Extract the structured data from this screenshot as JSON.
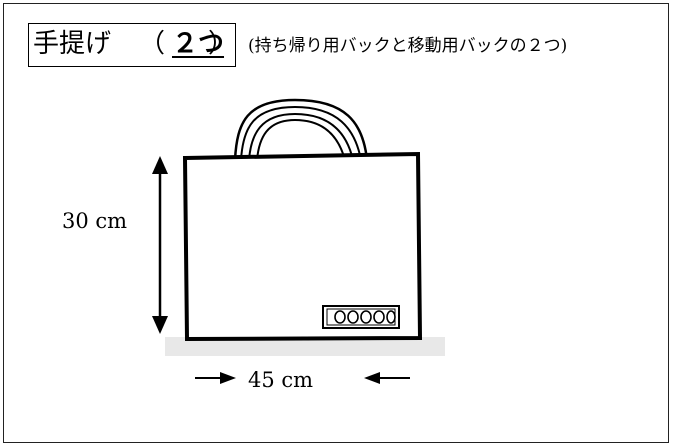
{
  "heading": {
    "title": "手提げ",
    "open_paren": "（",
    "count": "２つ",
    "close_paren": "）",
    "note": "(持ち帰り用バックと移動用バックの２つ)"
  },
  "illustration": {
    "subject": "hand-drawn tote bag",
    "label_panel": "ooooo",
    "height_label": "30 cm",
    "width_label": "45 cm"
  },
  "colors": {
    "line": "#000000",
    "background": "#ffffff"
  }
}
